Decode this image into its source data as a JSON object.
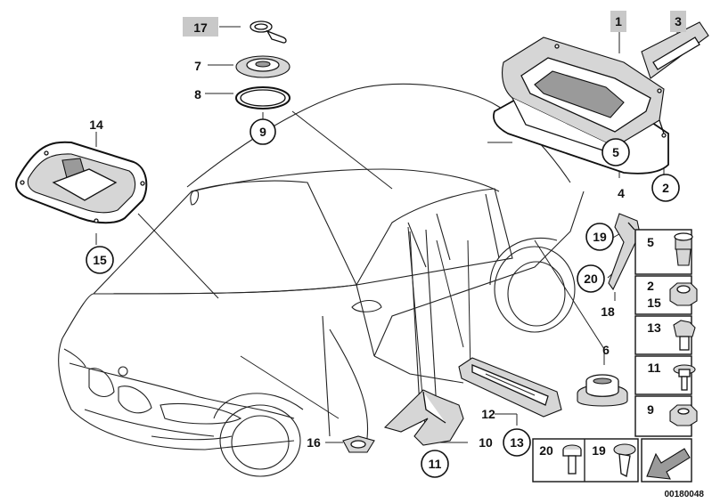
{
  "diagram": {
    "labels": {
      "l1": "1",
      "l2": "2",
      "l3": "3",
      "l4": "4",
      "l5": "5",
      "l6": "6",
      "l7": "7",
      "l8": "8",
      "l9": "9",
      "l10": "10",
      "l11": "11",
      "l12": "12",
      "l13": "13",
      "l14": "14",
      "l15": "15",
      "l16": "16",
      "l17": "17",
      "l18": "18",
      "l19": "19",
      "l20": "20"
    },
    "sidebar": {
      "s5": "5",
      "s2": "2",
      "s15": "15",
      "s13": "13",
      "s11": "11",
      "s9": "9",
      "s20": "20",
      "s19": "19"
    },
    "figure_id": "00180048"
  }
}
